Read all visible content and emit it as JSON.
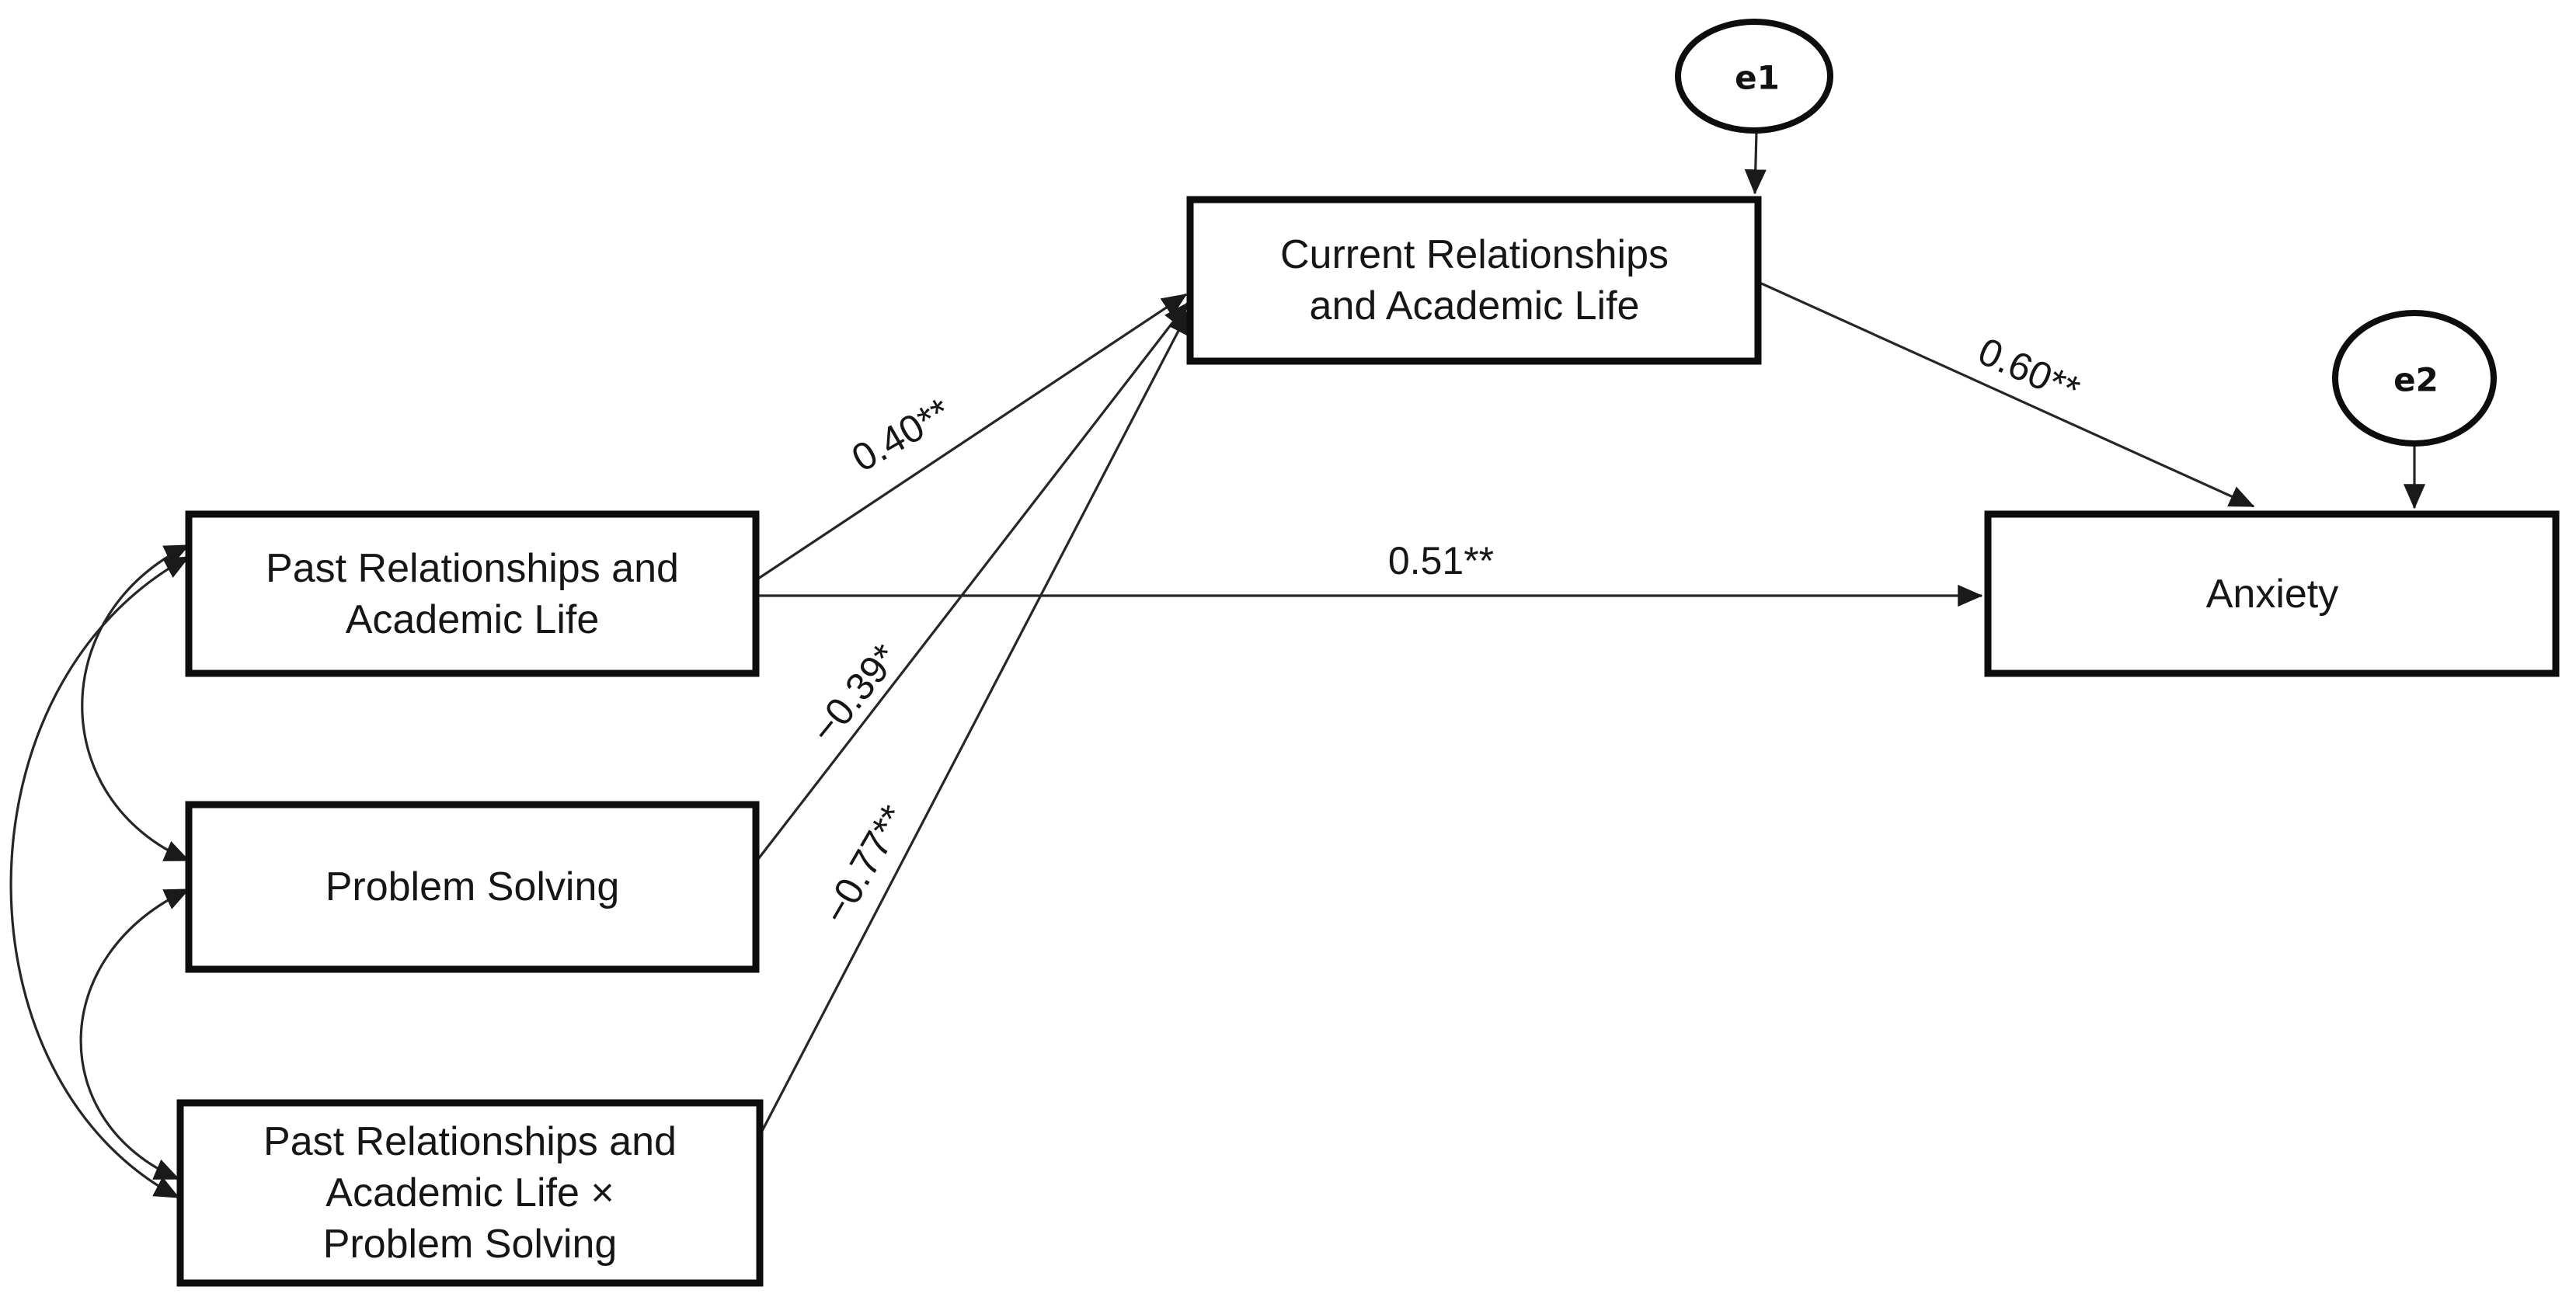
{
  "diagram": {
    "background_color": "#ffffff",
    "box_border_color": "#0d0d0d",
    "line_color": "#262626",
    "text_color": "#161616",
    "nodes": {
      "past": {
        "lines": [
          "Past Relationships and",
          "Academic Life"
        ]
      },
      "problem": {
        "lines": [
          "Problem Solving"
        ]
      },
      "interaction": {
        "lines": [
          "Past Relationships and",
          "Academic Life ×",
          "Problem Solving"
        ]
      },
      "current": {
        "lines": [
          "Current Relationships",
          "and Academic Life"
        ]
      },
      "anxiety": {
        "lines": [
          "Anxiety"
        ]
      }
    },
    "error_terms": {
      "e1": "e1",
      "e2": "e2"
    },
    "coefficients": {
      "past_to_current": "0.40**",
      "problem_to_current": "−0.39*",
      "interaction_to_current": "−0.77**",
      "past_to_anxiety": "0.51**",
      "current_to_anxiety": "0.60**"
    }
  }
}
